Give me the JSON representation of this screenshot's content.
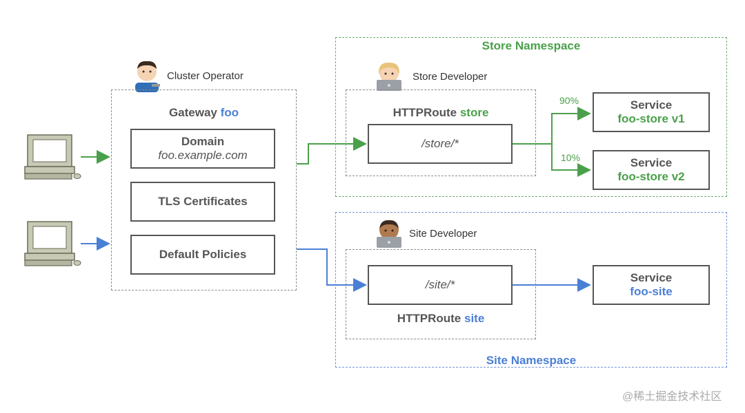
{
  "actors": {
    "cluster_operator": "Cluster Operator",
    "store_developer": "Store Developer",
    "site_developer": "Site Developer"
  },
  "gateway": {
    "title_prefix": "Gateway",
    "title_name": "foo",
    "domain_label": "Domain",
    "domain_value": "foo.example.com",
    "tls_label": "TLS Certificates",
    "policies_label": "Default Policies"
  },
  "store": {
    "namespace": "Store Namespace",
    "route_prefix": "HTTPRoute",
    "route_name": "store",
    "path": "/store/*",
    "split_v1": "90%",
    "split_v2": "10%",
    "service_v1_label": "Service",
    "service_v1_name": "foo-store v1",
    "service_v2_label": "Service",
    "service_v2_name": "foo-store v2"
  },
  "site": {
    "namespace": "Site Namespace",
    "route_prefix": "HTTPRoute",
    "route_name": "site",
    "path": "/site/*",
    "service_label": "Service",
    "service_name": "foo-site"
  },
  "watermark": "@稀土掘金技术社区",
  "colors": {
    "green": "#4aa04a",
    "blue": "#4a7fd6",
    "gray": "#555555"
  },
  "icons": [
    "computer-icon",
    "operator-emoji-icon",
    "developer-emoji-icon"
  ]
}
